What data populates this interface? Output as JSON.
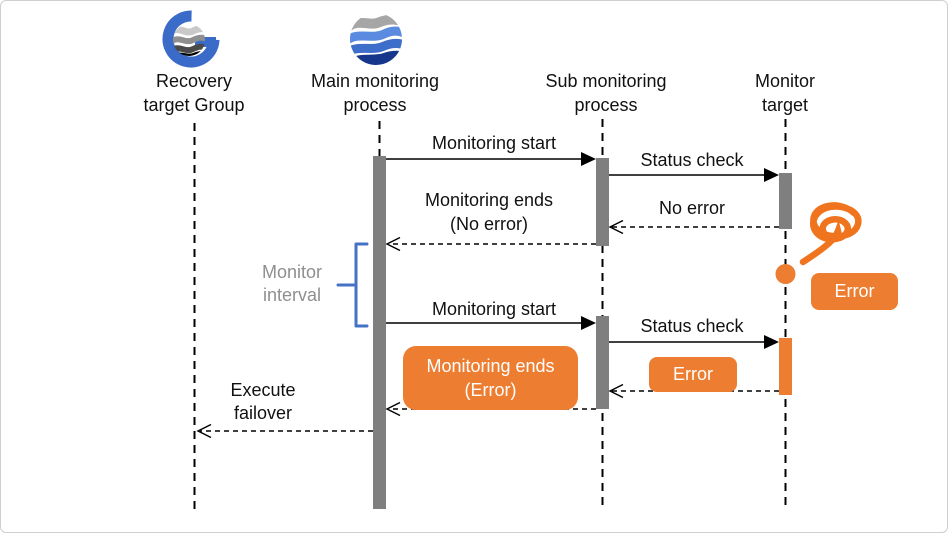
{
  "diagram_type": "sequence-diagram",
  "colors": {
    "accent_orange": "#ED7D31",
    "bracket_blue": "#4472C4",
    "activation_gray": "#7F7F7F",
    "interval_text_gray": "#8F8F8F",
    "logo_blue": "#3A6BC9",
    "logo_navy": "#16368C",
    "logo_gray": "#A6A6A6"
  },
  "actors": {
    "recovery": {
      "line1": "Recovery",
      "line2": "target Group",
      "icon": "g-globe-logo-icon"
    },
    "main": {
      "line1": "Main monitoring",
      "line2": "process",
      "icon": "wave-sphere-logo-icon"
    },
    "sub": {
      "line1": "Sub monitoring",
      "line2": "process"
    },
    "target": {
      "line1": "Monitor",
      "line2": "target"
    }
  },
  "messages": {
    "monitoring_start_1": "Monitoring start",
    "status_check_1": "Status check",
    "no_error": "No error",
    "monitoring_ends_ok_line1": "Monitoring ends",
    "monitoring_ends_ok_line2": "(No error)",
    "monitoring_start_2": "Monitoring start",
    "status_check_2": "Status check",
    "error_badge_target": "Error",
    "error_badge_sub": "Error",
    "monitoring_ends_error_line1": "Monitoring ends",
    "monitoring_ends_error_line2": "(Error)",
    "execute_failover_line1": "Execute",
    "execute_failover_line2": "failover"
  },
  "annotations": {
    "monitor_interval_line1": "Monitor",
    "monitor_interval_line2": "interval"
  }
}
